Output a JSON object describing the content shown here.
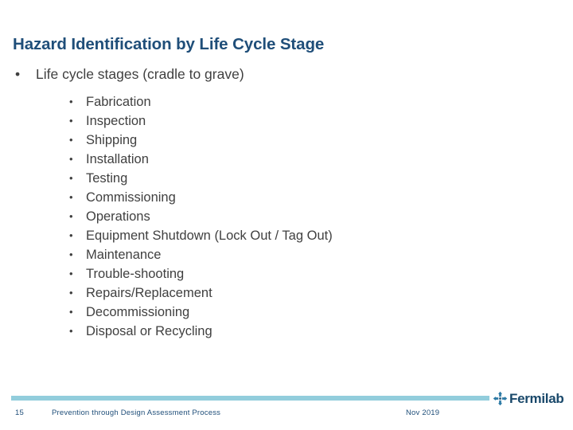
{
  "slide": {
    "title": "Hazard Identification by Life Cycle Stage",
    "level1": [
      {
        "bullet": "•",
        "text": "Life cycle stages (cradle to grave)"
      }
    ],
    "level2_bullet": "•",
    "level2": [
      "Fabrication",
      "Inspection",
      "Shipping",
      "Installation",
      "Testing",
      "Commissioning",
      "Operations",
      "Equipment Shutdown (Lock Out / Tag Out)",
      "Maintenance",
      "Trouble-shooting",
      "Repairs/Replacement",
      "Decommissioning",
      "Disposal or Recycling"
    ]
  },
  "footer": {
    "slide_number": "15",
    "text": "Prevention through Design Assessment Process",
    "date": "Nov 2019",
    "logo_text": "Fermilab",
    "logo_mark_name": "fermilab-pinwheel-icon"
  },
  "colors": {
    "title": "#1F4E79",
    "body_text": "#404040",
    "footer_bar": "#92CDDC",
    "footer_text": "#1F4E79",
    "logo_navy": "#19486A",
    "logo_teal": "#4BA3C7",
    "background": "#FFFFFF"
  }
}
